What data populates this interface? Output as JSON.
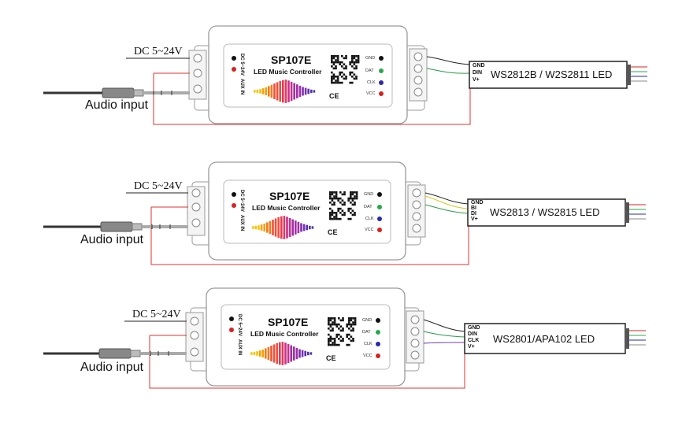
{
  "diagrams": [
    {
      "dc_label": "DC 5~24V",
      "audio_label": "Audio input",
      "controller": {
        "brand": "SP107E",
        "subtitle": "LED Music Controller",
        "dc_side": "DC 5~24V",
        "aux_side": "AUX IN",
        "pins": [
          "GND",
          "DAT",
          "CLK",
          "VCC"
        ],
        "pin_colors": [
          "#111111",
          "#2aa84a",
          "#2a2aa8",
          "#d62222"
        ],
        "ce_mark": "CE"
      },
      "strip": {
        "pins": [
          "GND",
          "DIN",
          "V+"
        ],
        "label": "WS2812B / W2S2811 LED"
      }
    },
    {
      "dc_label": "DC 5~24V",
      "audio_label": "Audio input",
      "controller": {
        "brand": "SP107E",
        "subtitle": "LED Music Controller",
        "dc_side": "DC 5~24V",
        "aux_side": "AUX IN",
        "pins": [
          "GND",
          "DAT",
          "CLK",
          "VCC"
        ],
        "pin_colors": [
          "#111111",
          "#2aa84a",
          "#2a2aa8",
          "#d62222"
        ],
        "ce_mark": "CE"
      },
      "strip": {
        "pins": [
          "GND",
          "BI",
          "DI",
          "V+"
        ],
        "label": "WS2813 / WS2815 LED"
      }
    },
    {
      "dc_label": "DC 5~24V",
      "audio_label": "Audio input",
      "controller": {
        "brand": "SP107E",
        "subtitle": "LED Music Controller",
        "dc_side": "DC 5~24V",
        "aux_side": "AUX IN",
        "pins": [
          "GND",
          "DAT",
          "CLK",
          "VCC"
        ],
        "pin_colors": [
          "#111111",
          "#2aa84a",
          "#2a2aa8",
          "#d62222"
        ],
        "ce_mark": "CE"
      },
      "strip": {
        "pins": [
          "GND",
          "DIN",
          "CLK",
          "V+"
        ],
        "label": "WS2801/APA102  LED"
      }
    }
  ],
  "colors": {
    "wire_red": "#e03030",
    "wire_black": "#222222",
    "wire_green": "#2a9a4a",
    "wire_yellow": "#d8c81a",
    "wire_purple": "#6a3aa8",
    "case_stroke": "#9a9a9a"
  }
}
